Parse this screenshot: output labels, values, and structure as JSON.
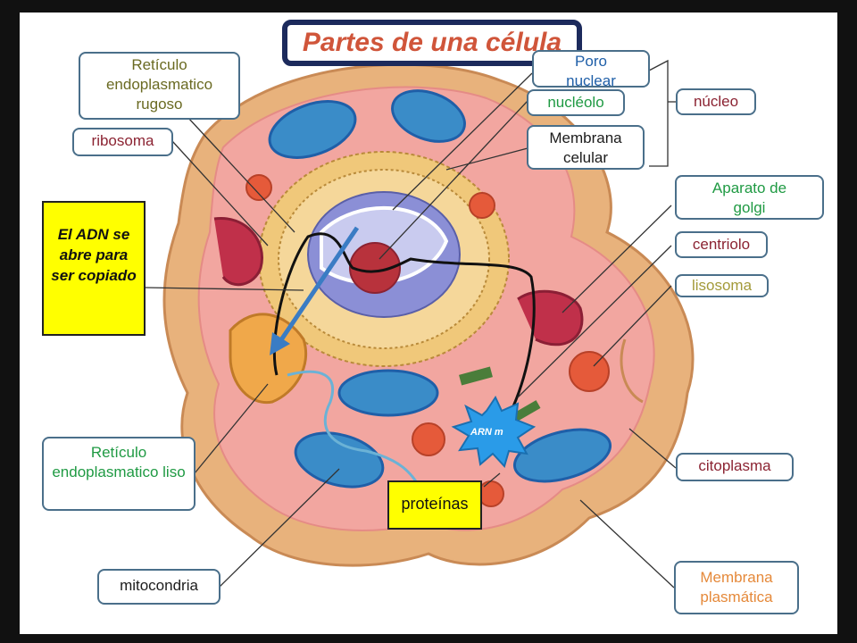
{
  "title": "Partes de una célula",
  "labels": {
    "reticulo_rugoso": "Retículo endoplasmatico rugoso",
    "ribosoma": "ribosoma",
    "poro_nuclear": "Poro nuclear",
    "nucleolo": "nucléolo",
    "membrana_celular": "Membrana celular",
    "nucleo": "núcleo",
    "aparato_golgi": "Aparato de golgi",
    "centriolo": "centriolo",
    "lisosoma": "lisosoma",
    "adn_note": "El ADN se abre para ser copiado",
    "arn_m": "ARN m",
    "reticulo_liso": "Retículo endoplasmatico liso",
    "proteinas": "proteínas",
    "citoplasma": "citoplasma",
    "mitocondria": "mitocondria",
    "membrana_plasmatica": "Membrana plasmática"
  },
  "colors": {
    "title": "#d0553a",
    "dark_red": "#8b2332",
    "green": "#1f9a43",
    "blue": "#1f5fa8",
    "orange": "#e5893a",
    "note_bg": "#ffff00"
  }
}
